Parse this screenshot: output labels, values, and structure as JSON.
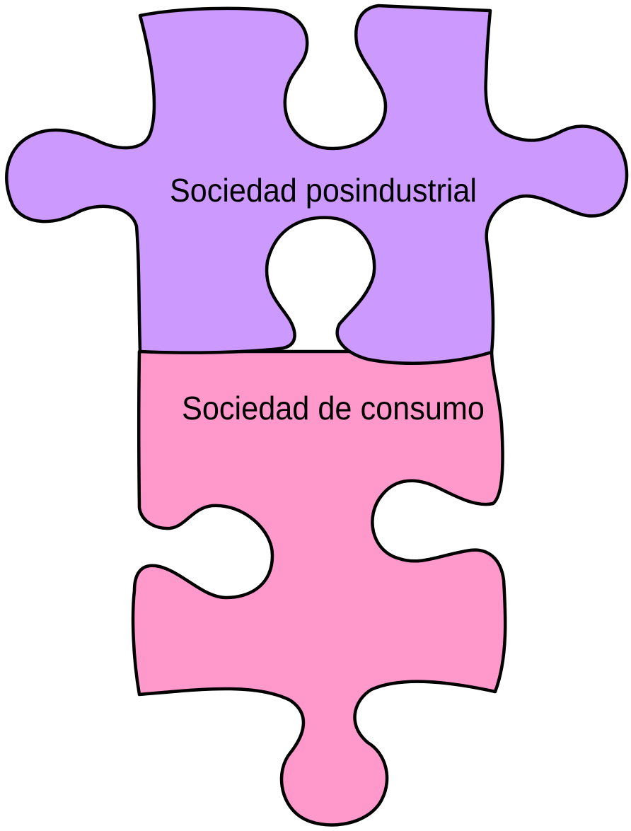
{
  "diagram": {
    "pieces": [
      {
        "id": "top",
        "label": "Sociedad posindustrial",
        "fill": "#CC99FF"
      },
      {
        "id": "bottom",
        "label": "Sociedad de consumo",
        "fill": "#FF99CC"
      }
    ],
    "outline_color": "#000000",
    "label_color": "#000000"
  }
}
